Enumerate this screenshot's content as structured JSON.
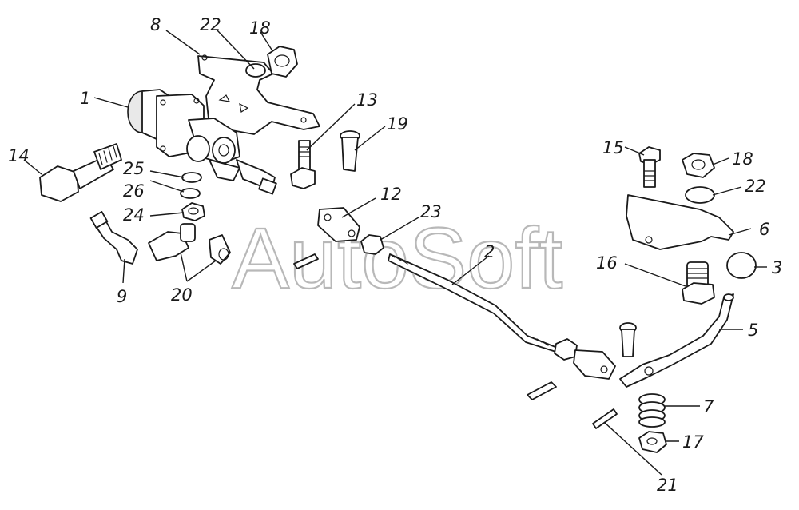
{
  "watermark": "AutoSoft",
  "callouts": [
    "1",
    "2",
    "3",
    "5",
    "6",
    "7",
    "8",
    "9",
    "12",
    "13",
    "14",
    "15",
    "16",
    "17",
    "18",
    "18",
    "19",
    "20",
    "21",
    "22",
    "22",
    "23",
    "24",
    "25",
    "26"
  ]
}
